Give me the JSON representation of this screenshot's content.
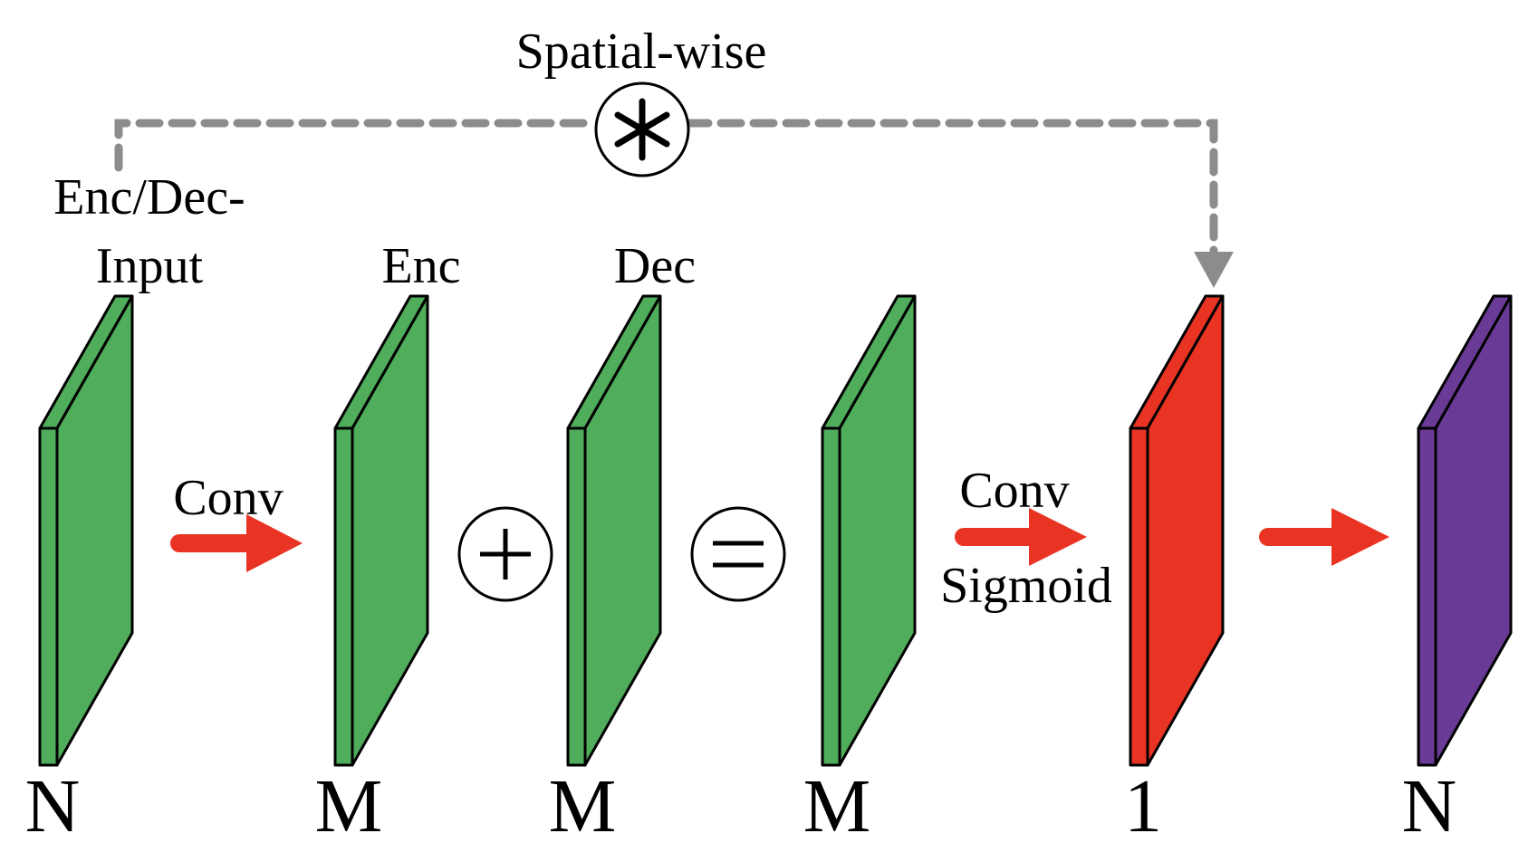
{
  "labels": {
    "skip_operation": "Spatial-wise",
    "input_line1": "Enc/Dec-",
    "input_line2": "Input",
    "enc": "Enc",
    "dec": "Dec",
    "conv1": "Conv",
    "conv2": "Conv",
    "sigmoid": "Sigmoid"
  },
  "channels": [
    "N",
    "M",
    "M",
    "M",
    "1",
    "N"
  ],
  "operators": {
    "skip": "spatial-multiply-circle",
    "add": "plus-circle",
    "equals": "equals-circle"
  },
  "colors": {
    "feature_green": "#4FAD5B",
    "attention_red": "#E93323",
    "output_purple": "#6A3A97",
    "arrow_red": "#E93323",
    "dashed_gray": "#8C8C8C",
    "outline": "#000000"
  }
}
